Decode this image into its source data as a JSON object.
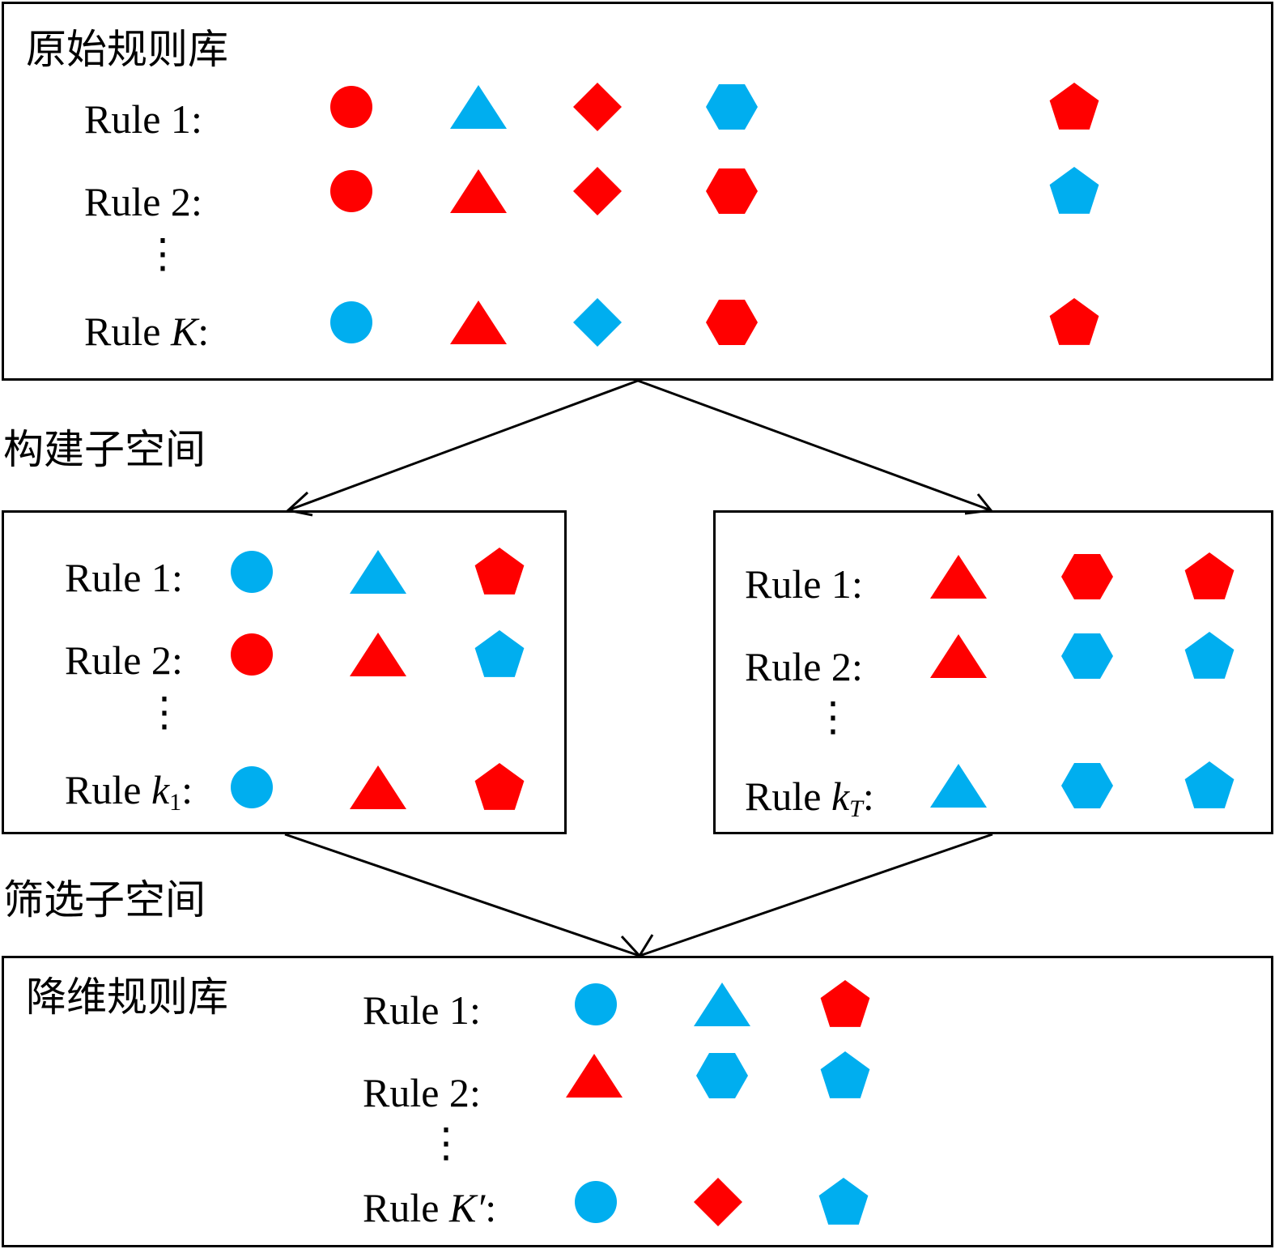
{
  "colors": {
    "red": "#ff0000",
    "blue": "#00aeef"
  },
  "steps": {
    "build": "构建子空间",
    "filter": "筛选子空间"
  },
  "top": {
    "title": "原始规则库",
    "rules": [
      {
        "label": "Rule 1",
        "shapes": [
          [
            "circle",
            "red"
          ],
          [
            "triangle",
            "blue"
          ],
          [
            "diamond",
            "red"
          ],
          [
            "hexagon",
            "blue"
          ],
          [
            "pentagon",
            "red"
          ]
        ]
      },
      {
        "label": "Rule 2",
        "shapes": [
          [
            "circle",
            "red"
          ],
          [
            "triangle",
            "red"
          ],
          [
            "diamond",
            "red"
          ],
          [
            "hexagon",
            "red"
          ],
          [
            "pentagon",
            "blue"
          ]
        ]
      },
      {
        "label": "Rule",
        "var": "K",
        "shapes": [
          [
            "circle",
            "blue"
          ],
          [
            "triangle",
            "red"
          ],
          [
            "diamond",
            "blue"
          ],
          [
            "hexagon",
            "red"
          ],
          [
            "pentagon",
            "red"
          ]
        ]
      }
    ]
  },
  "left": {
    "rules": [
      {
        "label": "Rule 1",
        "shapes": [
          [
            "circle",
            "blue"
          ],
          [
            "triangle",
            "blue"
          ],
          [
            "pentagon",
            "red"
          ]
        ]
      },
      {
        "label": "Rule 2",
        "shapes": [
          [
            "circle",
            "red"
          ],
          [
            "triangle",
            "red"
          ],
          [
            "pentagon",
            "blue"
          ]
        ]
      },
      {
        "label": "Rule",
        "var": "k",
        "sub": "1",
        "shapes": [
          [
            "circle",
            "blue"
          ],
          [
            "triangle",
            "red"
          ],
          [
            "pentagon",
            "red"
          ]
        ]
      }
    ]
  },
  "right": {
    "rules": [
      {
        "label": "Rule 1",
        "shapes": [
          [
            "triangle",
            "red"
          ],
          [
            "hexagon",
            "red"
          ],
          [
            "pentagon",
            "red"
          ]
        ]
      },
      {
        "label": "Rule 2",
        "shapes": [
          [
            "triangle",
            "red"
          ],
          [
            "hexagon",
            "blue"
          ],
          [
            "pentagon",
            "blue"
          ]
        ]
      },
      {
        "label": "Rule",
        "var": "k",
        "sub": "T",
        "shapes": [
          [
            "triangle",
            "blue"
          ],
          [
            "hexagon",
            "blue"
          ],
          [
            "pentagon",
            "blue"
          ]
        ]
      }
    ]
  },
  "bottom": {
    "title": "降维规则库",
    "rules": [
      {
        "label": "Rule 1",
        "shapes": [
          [
            "circle",
            "blue"
          ],
          [
            "triangle",
            "blue"
          ],
          [
            "pentagon",
            "red"
          ]
        ]
      },
      {
        "label": "Rule 2",
        "shapes": [
          [
            "triangle",
            "red"
          ],
          [
            "hexagon",
            "blue"
          ],
          [
            "pentagon",
            "blue"
          ]
        ]
      },
      {
        "label": "Rule",
        "var": "K′",
        "shapes": [
          [
            "circle",
            "blue"
          ],
          [
            "diamond",
            "red"
          ],
          [
            "pentagon",
            "blue"
          ]
        ]
      }
    ]
  }
}
